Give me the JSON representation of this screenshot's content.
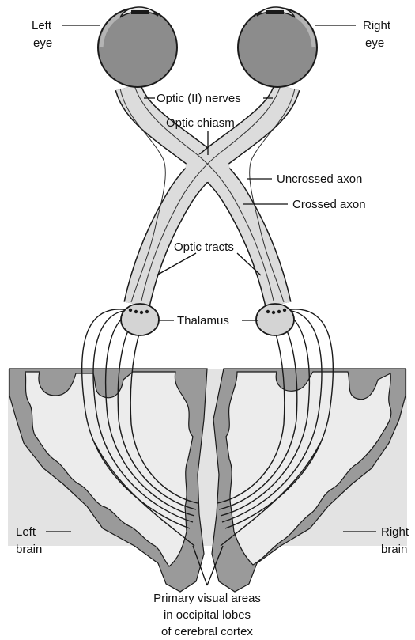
{
  "labels": {
    "left_eye_1": "Left",
    "left_eye_2": "eye",
    "right_eye_1": "Right",
    "right_eye_2": "eye",
    "optic_nerves": "Optic (II) nerves",
    "optic_chiasm": "Optic chiasm",
    "uncrossed_axon": "Uncrossed axon",
    "crossed_axon": "Crossed axon",
    "optic_tracts": "Optic tracts",
    "thalamus": "Thalamus",
    "left_brain_1": "Left",
    "left_brain_2": "brain",
    "right_brain_1": "Right",
    "right_brain_2": "brain",
    "visual_areas_1": "Primary visual areas",
    "visual_areas_2": "in occipital lobes",
    "visual_areas_3": "of cerebral cortex"
  },
  "colors": {
    "outline": "#1a1a1a",
    "eyeball": "#8c8c8c",
    "nerve": "#d9d9d9",
    "brain_background": "#e3e3e3",
    "gray_matter": "#9a9a9a",
    "white_matter": "#ececec",
    "thalamus": "#d4d4d4"
  }
}
